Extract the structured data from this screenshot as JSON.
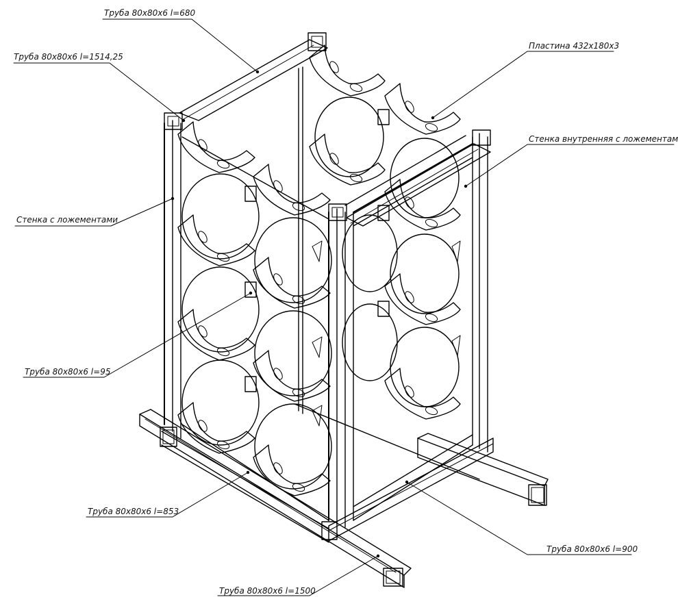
{
  "labels": {
    "tube_680": "Труба 80х80х6 l=680",
    "tube_1514": "Труба 80х80х6 l=1514,25",
    "plate": "Пластина 432х180х3",
    "inner_wall": "Стенка внутренняя с ложементами",
    "wall": "Стенка с ложементами",
    "tube_95": "Труба 80х80х6 l=95",
    "tube_853": "Труба 80х80х6 l=853",
    "tube_900": "Труба 80х80х6 l=900",
    "tube_1500": "Труба 80х80х6 l=1500"
  }
}
